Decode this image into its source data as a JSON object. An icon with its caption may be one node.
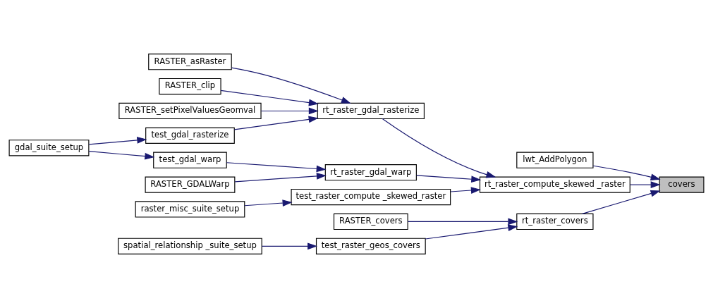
{
  "diagram": {
    "nodes": [
      {
        "text": [
          "covers"
        ]
      },
      {
        "text": [
          "lwt_AddPolygon"
        ]
      },
      {
        "text": [
          "rt_raster_compute_skewed _raster"
        ]
      },
      {
        "text": [
          "rt_raster_covers"
        ]
      },
      {
        "text": [
          "rt_raster_gdal_rasterize"
        ]
      },
      {
        "text": [
          "rt_raster_gdal_warp"
        ]
      },
      {
        "text": [
          "test_raster_compute _skewed_raster"
        ]
      },
      {
        "text": [
          "RASTER_covers"
        ]
      },
      {
        "text": [
          "test_raster_geos_covers"
        ]
      },
      {
        "text": [
          "RASTER_asRaster"
        ]
      },
      {
        "text": [
          "RASTER_clip"
        ]
      },
      {
        "text": [
          "RASTER_setPixelValuesGeomval"
        ]
      },
      {
        "text": [
          "test_gdal_rasterize"
        ]
      },
      {
        "text": [
          "RASTER_GDALWarp"
        ]
      },
      {
        "text": [
          "test_gdal_warp"
        ]
      },
      {
        "text": [
          "raster_misc_suite_setup"
        ]
      },
      {
        "text": [
          "spatial_relationship _suite_setup"
        ]
      },
      {
        "text": [
          "gdal_suite_setup"
        ]
      }
    ],
    "edges": [
      {
        "from": 1,
        "to": 0,
        "arrow": "to"
      },
      {
        "from": 2,
        "to": 0,
        "arrow": "to"
      },
      {
        "from": 3,
        "to": 0,
        "arrow": "to"
      },
      {
        "from": 4,
        "to": 2,
        "arrow": "to"
      },
      {
        "from": 5,
        "to": 2,
        "arrow": "to"
      },
      {
        "from": 6,
        "to": 2,
        "arrow": "to"
      },
      {
        "from": 7,
        "to": 3,
        "arrow": "to"
      },
      {
        "from": 8,
        "to": 3,
        "arrow": "to"
      },
      {
        "from": 9,
        "to": 4,
        "arrow": "to"
      },
      {
        "from": 10,
        "to": 4,
        "arrow": "to"
      },
      {
        "from": 11,
        "to": 4,
        "arrow": "to"
      },
      {
        "from": 12,
        "to": 4,
        "arrow": "to"
      },
      {
        "from": 13,
        "to": 5,
        "arrow": "to"
      },
      {
        "from": 14,
        "to": 5,
        "arrow": "to"
      },
      {
        "from": 15,
        "to": 6,
        "arrow": "to"
      },
      {
        "from": 16,
        "to": 8,
        "arrow": "to"
      },
      {
        "from": 17,
        "to": 12,
        "arrow": "to"
      },
      {
        "from": 17,
        "to": 14,
        "arrow": "to"
      }
    ]
  }
}
